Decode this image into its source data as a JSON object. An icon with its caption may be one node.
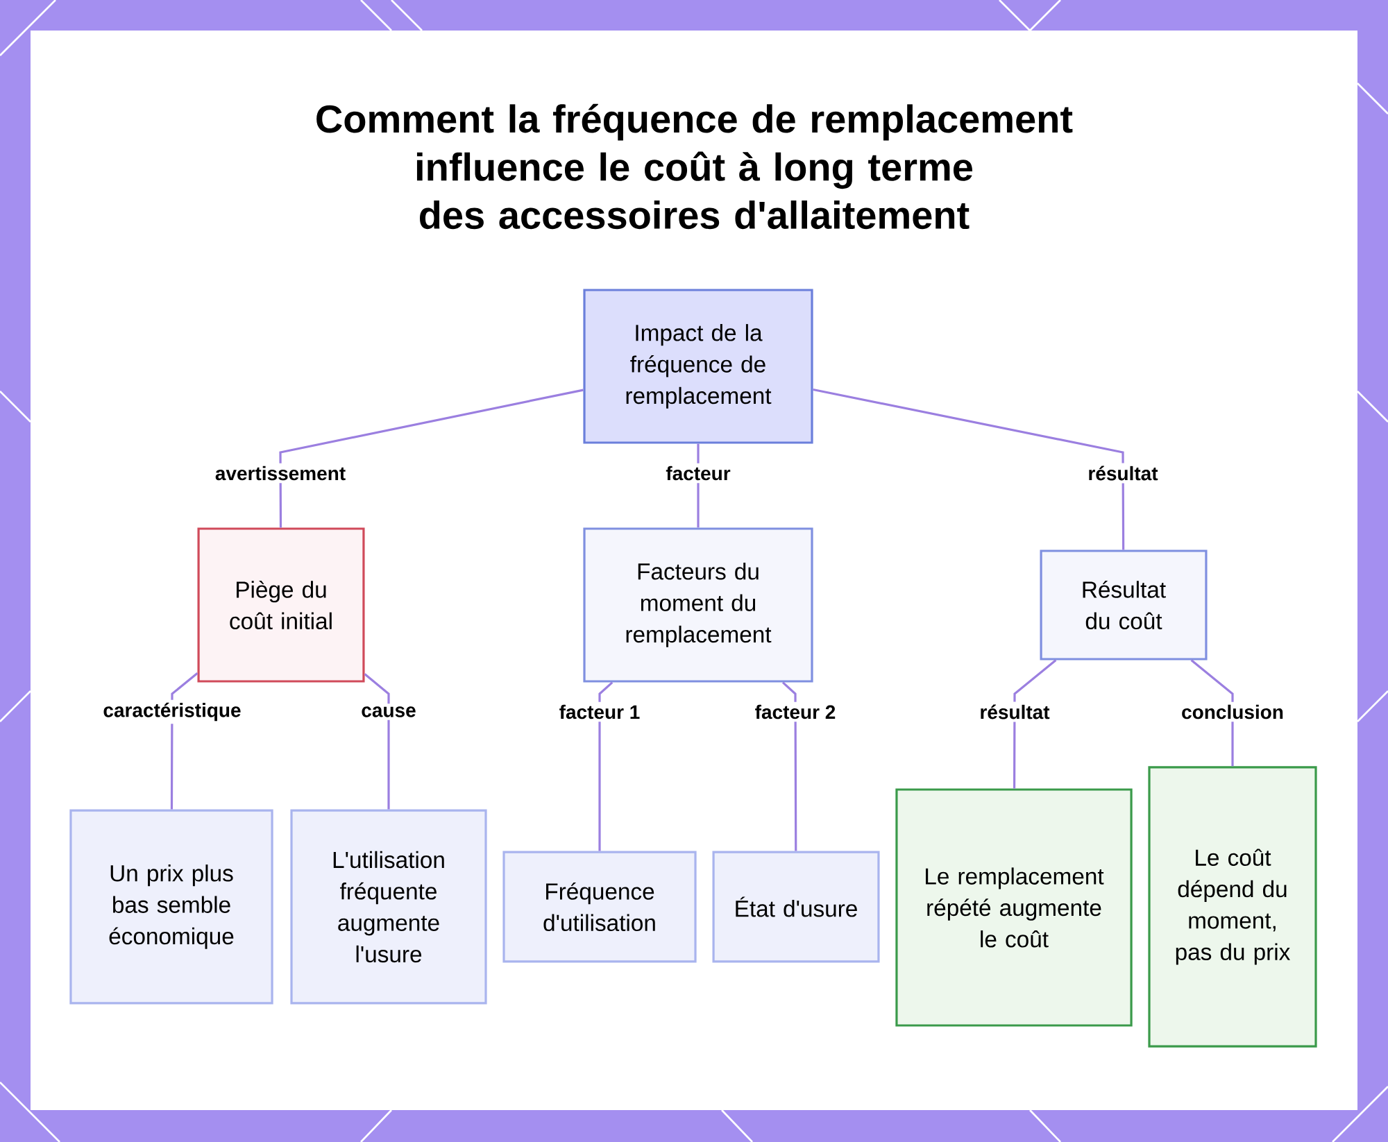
{
  "diagram": {
    "title": "Comment la fréquence de remplacement influence le coût à long terme des accessoires d'allaitement",
    "nodes": [
      {
        "text": [
          "Impact de la fréquence de remplacement"
        ]
      },
      {
        "text": [
          "Piège du coût initial"
        ]
      },
      {
        "text": [
          "Facteurs du moment du remplacement"
        ]
      },
      {
        "text": [
          "Résultat du coût"
        ]
      },
      {
        "text": [
          "Un prix plus bas semble économique"
        ]
      },
      {
        "text": [
          "L'utilisation fréquente augmente l'usure"
        ]
      },
      {
        "text": [
          "Fréquence d'utilisation"
        ]
      },
      {
        "text": [
          "État d'usure"
        ]
      },
      {
        "text": [
          "Le remplacement répété augmente le coût"
        ]
      },
      {
        "text": [
          "Le coût dépend du moment, pas du prix"
        ]
      }
    ],
    "edges": [
      {
        "from": 0,
        "to": 1,
        "arrow": "none",
        "label": "avertissement"
      },
      {
        "from": 0,
        "to": 2,
        "arrow": "none",
        "label": "facteur"
      },
      {
        "from": 0,
        "to": 3,
        "arrow": "none",
        "label": "résultat"
      },
      {
        "from": 1,
        "to": 4,
        "arrow": "none",
        "label": "caractéristique"
      },
      {
        "from": 1,
        "to": 5,
        "arrow": "none",
        "label": "cause"
      },
      {
        "from": 2,
        "to": 6,
        "arrow": "none",
        "label": "facteur 1"
      },
      {
        "from": 2,
        "to": 7,
        "arrow": "none",
        "label": "facteur 2"
      },
      {
        "from": 3,
        "to": 8,
        "arrow": "none",
        "label": "résultat"
      },
      {
        "from": 3,
        "to": 9,
        "arrow": "none",
        "label": "conclusion"
      }
    ]
  }
}
